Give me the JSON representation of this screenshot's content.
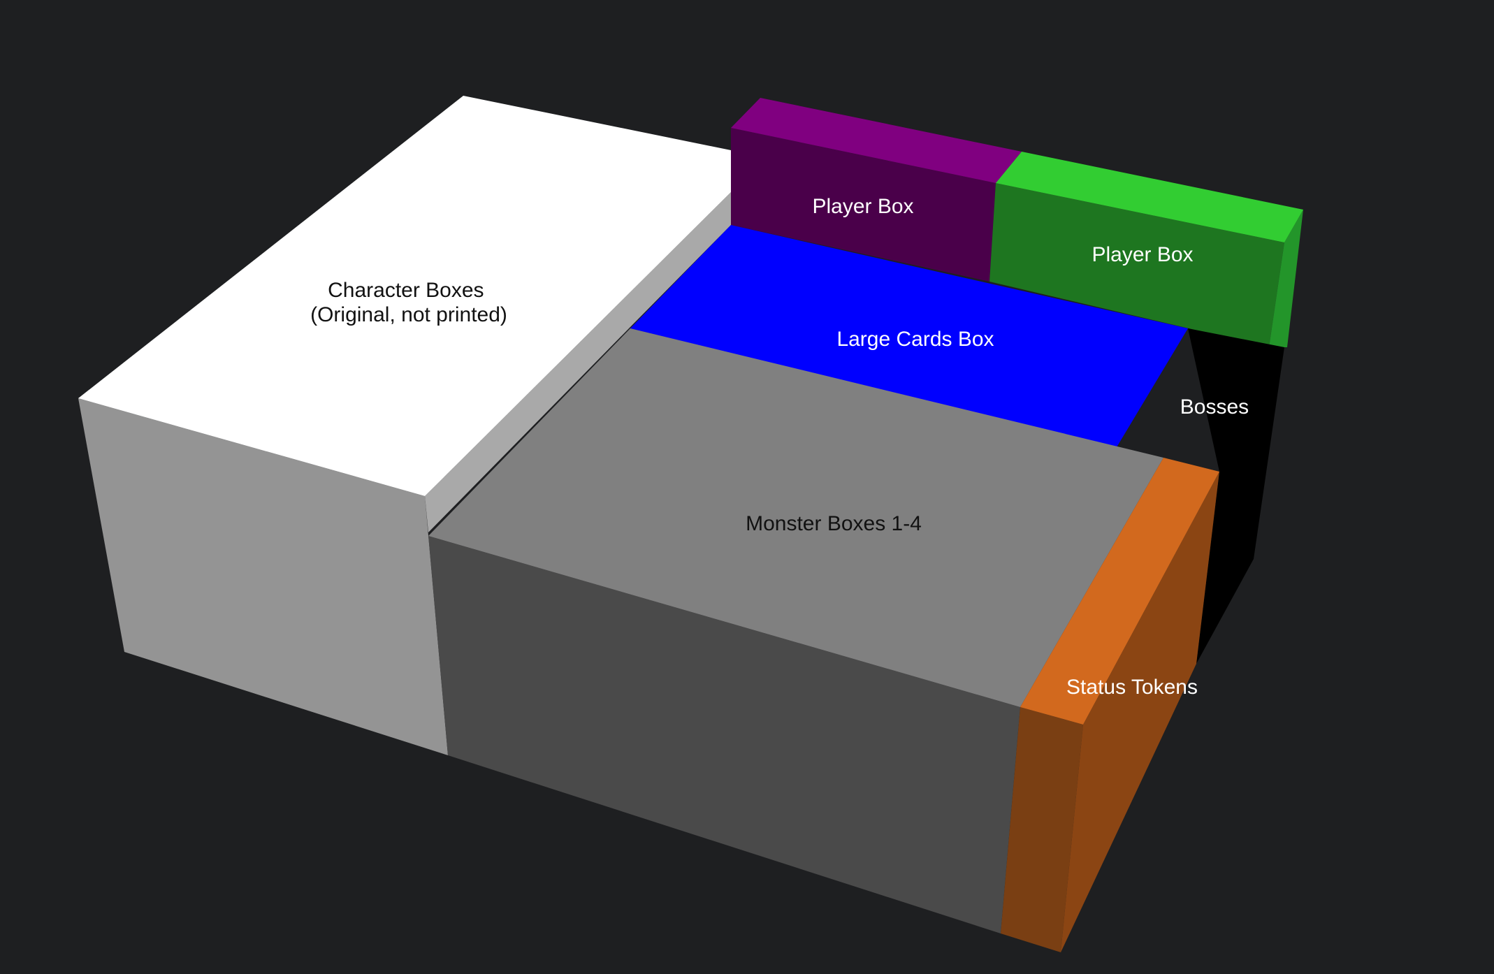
{
  "diagram": {
    "background": "#1e1f21",
    "boxes": [
      {
        "id": "character-boxes",
        "label_lines": [
          "Character Boxes",
          "(Original, not printed)"
        ],
        "label_color": "#111111",
        "colors": {
          "top": "#ffffff",
          "front": "#949494",
          "side": "#a9a9a9"
        }
      },
      {
        "id": "player-box-purple",
        "label_lines": [
          "Player Box"
        ],
        "label_color": "#ffffff",
        "colors": {
          "top": "#800080",
          "front": "#4a004a"
        }
      },
      {
        "id": "player-box-green",
        "label_lines": [
          "Player Box"
        ],
        "label_color": "#ffffff",
        "colors": {
          "top": "#32cd32",
          "front": "#1e7620",
          "side": "#23952a"
        }
      },
      {
        "id": "large-cards-box",
        "label_lines": [
          "Large Cards Box"
        ],
        "label_color": "#ffffff",
        "colors": {
          "top": "#0000ff"
        }
      },
      {
        "id": "bosses",
        "label_lines": [
          "Bosses"
        ],
        "label_color": "#ffffff",
        "colors": {
          "side": "#000000"
        }
      },
      {
        "id": "monster-boxes",
        "label_lines": [
          "Monster Boxes 1-4"
        ],
        "label_color": "#111111",
        "colors": {
          "top": "#808080",
          "front": "#4a4a4a"
        }
      },
      {
        "id": "status-tokens",
        "label_lines": [
          "Status Tokens"
        ],
        "label_color": "#ffffff",
        "colors": {
          "top": "#d2691e",
          "front": "#7a3f13",
          "side": "#8b4513"
        }
      }
    ]
  }
}
